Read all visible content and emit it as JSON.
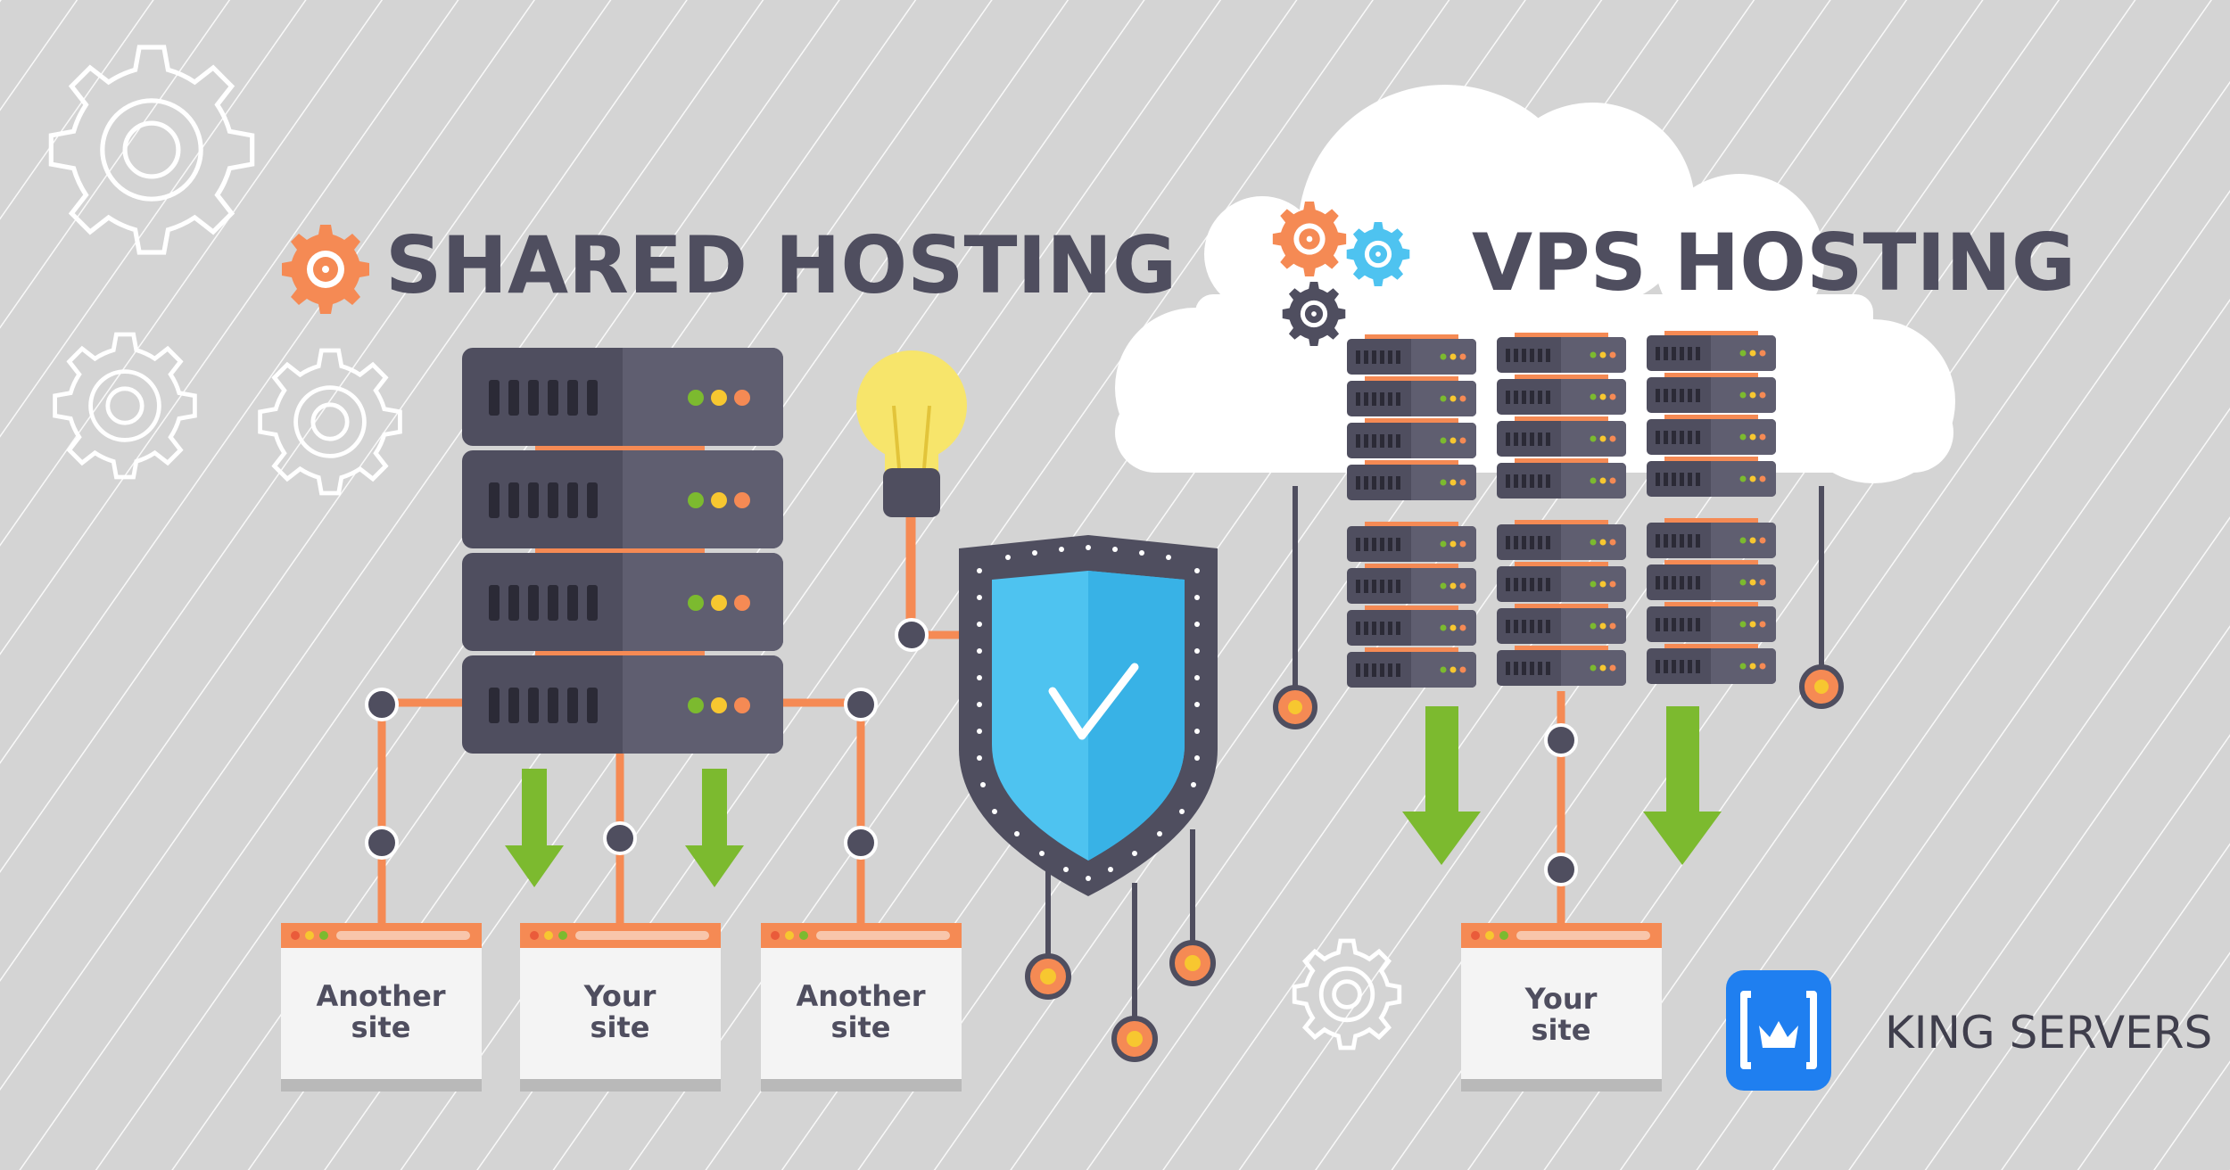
{
  "shared": {
    "title": "SHARED HOSTING",
    "sites": [
      {
        "line1": "Another",
        "line2": "site"
      },
      {
        "line1": "Your",
        "line2": "site"
      },
      {
        "line1": "Another",
        "line2": "site"
      }
    ]
  },
  "vps": {
    "title": "VPS HOSTING",
    "site": {
      "line1": "Your",
      "line2": "site"
    }
  },
  "brand": {
    "name": "KING SERVERS"
  },
  "colors": {
    "background": "#d4d4d4",
    "server": "#4f4e5f",
    "orange": "#f58a54",
    "green": "#7cba2f",
    "shield_blue": "#4ec3f0",
    "brand_blue": "#1f7ff0",
    "bulb_yellow": "#f7e56b"
  }
}
